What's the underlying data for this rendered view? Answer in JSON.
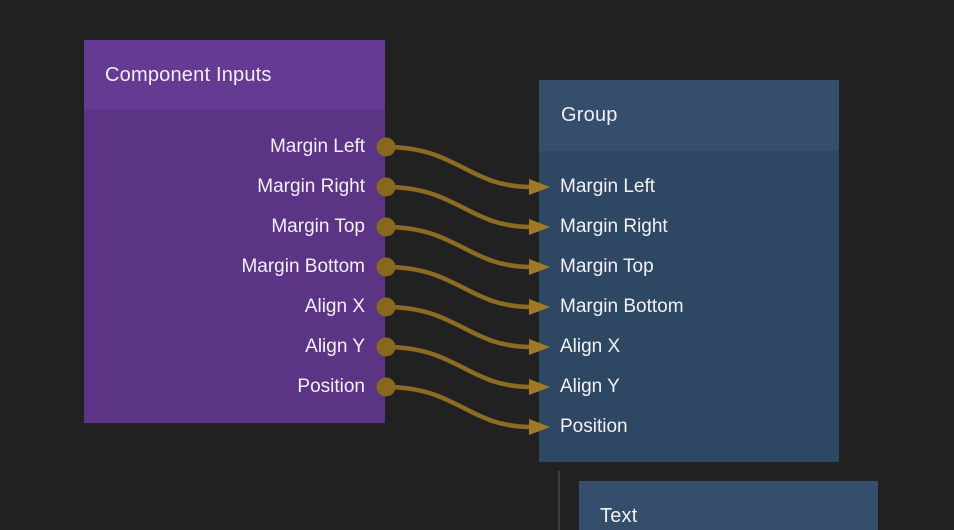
{
  "canvas": {
    "background_color": "#212121"
  },
  "nodes": {
    "component_inputs": {
      "title": "Component Inputs",
      "header_color": "#653a93",
      "body_color": "#5b3485",
      "outputs": [
        "Margin Left",
        "Margin Right",
        "Margin Top",
        "Margin Bottom",
        "Align X",
        "Align Y",
        "Position"
      ]
    },
    "group": {
      "title": "Group",
      "header_color": "#344e6c",
      "body_color": "#2e4863",
      "inputs": [
        "Margin Left",
        "Margin Right",
        "Margin Top",
        "Margin Bottom",
        "Align X",
        "Align Y",
        "Position"
      ]
    },
    "text": {
      "title": "Text",
      "header_color": "#344e6c"
    }
  },
  "connections": [
    {
      "from": "Margin Left",
      "to": "Margin Left"
    },
    {
      "from": "Margin Right",
      "to": "Margin Right"
    },
    {
      "from": "Margin Top",
      "to": "Margin Top"
    },
    {
      "from": "Margin Bottom",
      "to": "Margin Bottom"
    },
    {
      "from": "Align X",
      "to": "Align X"
    },
    {
      "from": "Align Y",
      "to": "Align Y"
    },
    {
      "from": "Position",
      "to": "Position"
    }
  ],
  "colors": {
    "wire": "#8d6b24",
    "output_port": "#8a671e",
    "input_arrow": "#a0782a",
    "downline": "#3d3d3d"
  }
}
